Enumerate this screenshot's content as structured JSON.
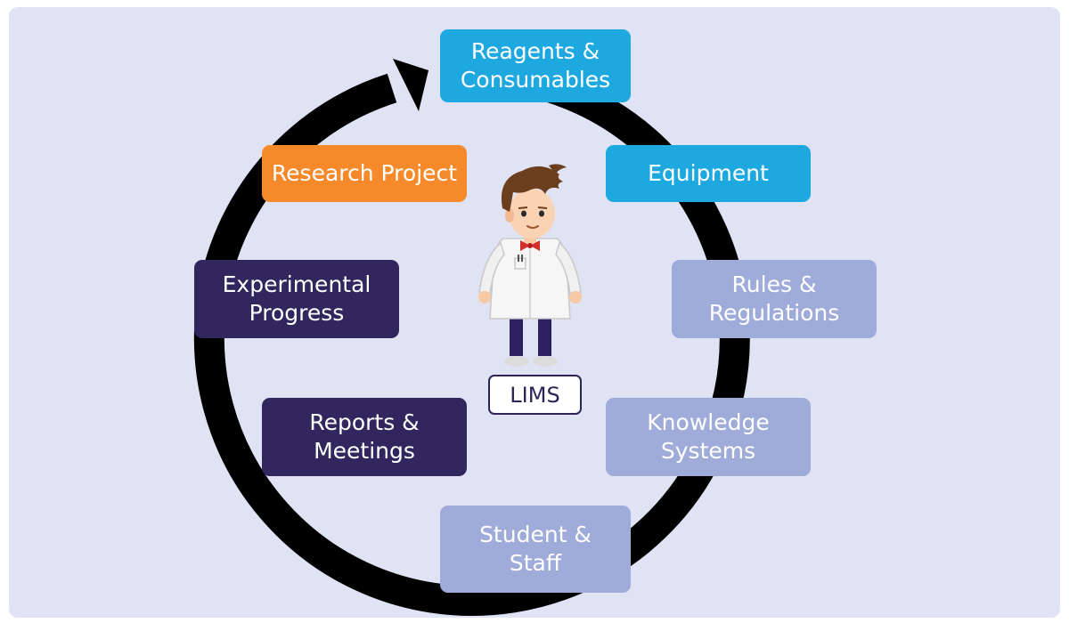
{
  "colors": {
    "background": "#dfe3f4",
    "ring": "#000000",
    "blue": "#1ea8e0",
    "orange": "#f68a2a",
    "navy": "#32265e",
    "lavender": "#9fabd9"
  },
  "center": {
    "label": "LIMS"
  },
  "nodes": [
    {
      "id": "reagents-consumables",
      "label": "Reagents &\nConsumables",
      "color": "blue"
    },
    {
      "id": "equipment",
      "label": "Equipment",
      "color": "blue"
    },
    {
      "id": "rules-regulations",
      "label": "Rules &\nRegulations",
      "color": "lavender"
    },
    {
      "id": "knowledge-systems",
      "label": "Knowledge\nSystems",
      "color": "lavender"
    },
    {
      "id": "student-staff",
      "label": "Student &\nStaff",
      "color": "lavender"
    },
    {
      "id": "reports-meetings",
      "label": "Reports &\nMeetings",
      "color": "navy"
    },
    {
      "id": "experimental-progress",
      "label": "Experimental\nProgress",
      "color": "navy"
    },
    {
      "id": "research-project",
      "label": "Research Project",
      "color": "orange"
    }
  ]
}
